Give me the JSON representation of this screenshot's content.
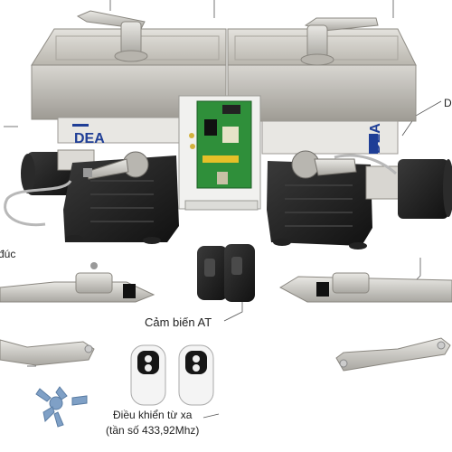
{
  "labels": {
    "left_cut": "đúc",
    "right_cut": "D",
    "sensor": "Cảm biến AT",
    "remote_line1": "Điều khiển từ xa",
    "remote_line2": "(tần số 433,92Mhz)"
  },
  "brand": {
    "left_plate": "DEA",
    "right_plate": "DEA"
  },
  "colors": {
    "steel": "#c9c7c2",
    "motor_black": "#1c1c1c",
    "brand_blue": "#1f3e96",
    "board_green": "#2f8f3a"
  }
}
